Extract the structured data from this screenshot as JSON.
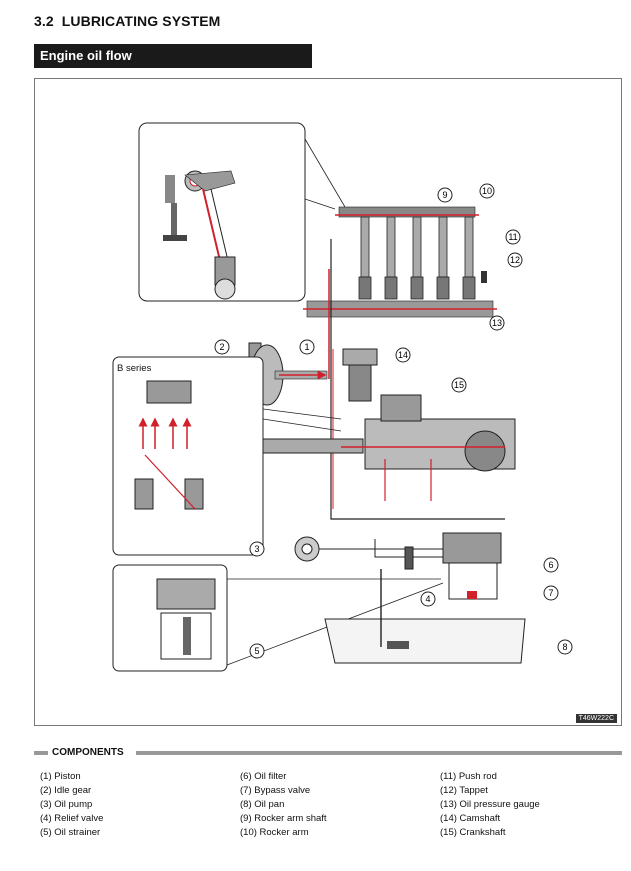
{
  "section": {
    "number": "3.2",
    "title": "LUBRICATING SYSTEM"
  },
  "banner": "Engine oil flow",
  "figure": {
    "code": "T46W222C",
    "b_series_label": "B series",
    "callouts": [
      "1",
      "2",
      "3",
      "4",
      "5",
      "6",
      "7",
      "8",
      "9",
      "10",
      "11",
      "12",
      "13",
      "14",
      "15"
    ]
  },
  "components_header": "COMPONENTS",
  "components": {
    "col1": [
      "(1) Piston",
      "(2) Idle gear",
      "(3) Oil pump",
      "(4) Relief valve",
      "(5) Oil strainer"
    ],
    "col2": [
      "(6) Oil filter",
      "(7) Bypass valve",
      "(8) Oil pan",
      "(9) Rocker arm shaft",
      "(10) Rocker arm"
    ],
    "col3": [
      "(11) Push rod",
      "(12) Tappet",
      "(13) Oil pressure gauge",
      "(14) Camshaft",
      "(15) Crankshaft"
    ]
  },
  "colors": {
    "accent": "#d1202a",
    "banner": "#1a1a1a",
    "line": "#222222"
  }
}
